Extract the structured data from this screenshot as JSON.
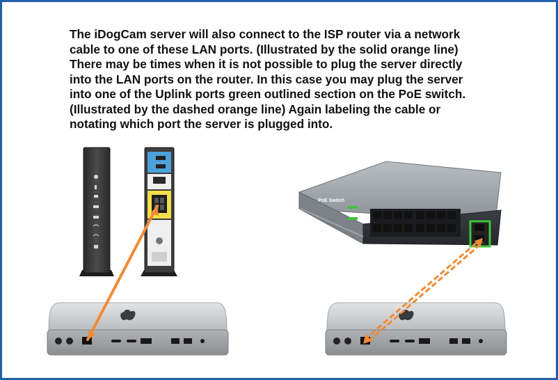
{
  "instructions": {
    "lines": [
      "The iDogCam server will also connect to the ISP router via a network",
      "cable to one of these LAN ports. (Illustrated by the solid orange line)",
      "There may be times when it is not possible to plug the server directly",
      "into the LAN ports on the router. In this case you may plug the server",
      "into one of the Uplink ports green outlined section on the PoE switch.",
      "(Illustrated by the dashed orange line) Again labeling the cable or",
      "notating which port the server is plugged into."
    ]
  },
  "switch": {
    "label": "PoE Switch"
  },
  "colors": {
    "frame": "#1f5fa8",
    "cable": "#f08a35",
    "uplink_outline": "#3cc63c",
    "lan_section": "#f4e04a",
    "wan_section": "#4da3d9",
    "router_body": "#3d3d3d",
    "switch_body": "#8e949a",
    "server_body": "#c9cbcf"
  },
  "icons": [
    "power-icon",
    "lan-status-icon",
    "wifi-icon",
    "apple-logo-icon"
  ]
}
